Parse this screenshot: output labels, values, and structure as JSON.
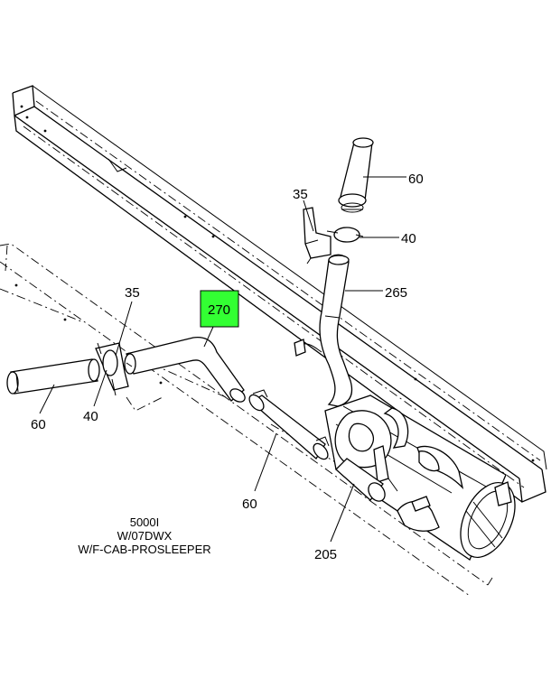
{
  "callouts": {
    "c60_top": "60",
    "c35_top": "35",
    "c40_top": "40",
    "c265": "265",
    "c35_left": "35",
    "c270": "270",
    "c40_left": "40",
    "c60_left": "60",
    "c60_mid": "60",
    "c205": "205"
  },
  "caption": {
    "line1": "5000I",
    "line2": "W/07DWX",
    "line3": "W/F-CAB-PROSLEEPER"
  },
  "colors": {
    "highlight": "#33ff33",
    "line": "#000000",
    "background": "#ffffff"
  }
}
